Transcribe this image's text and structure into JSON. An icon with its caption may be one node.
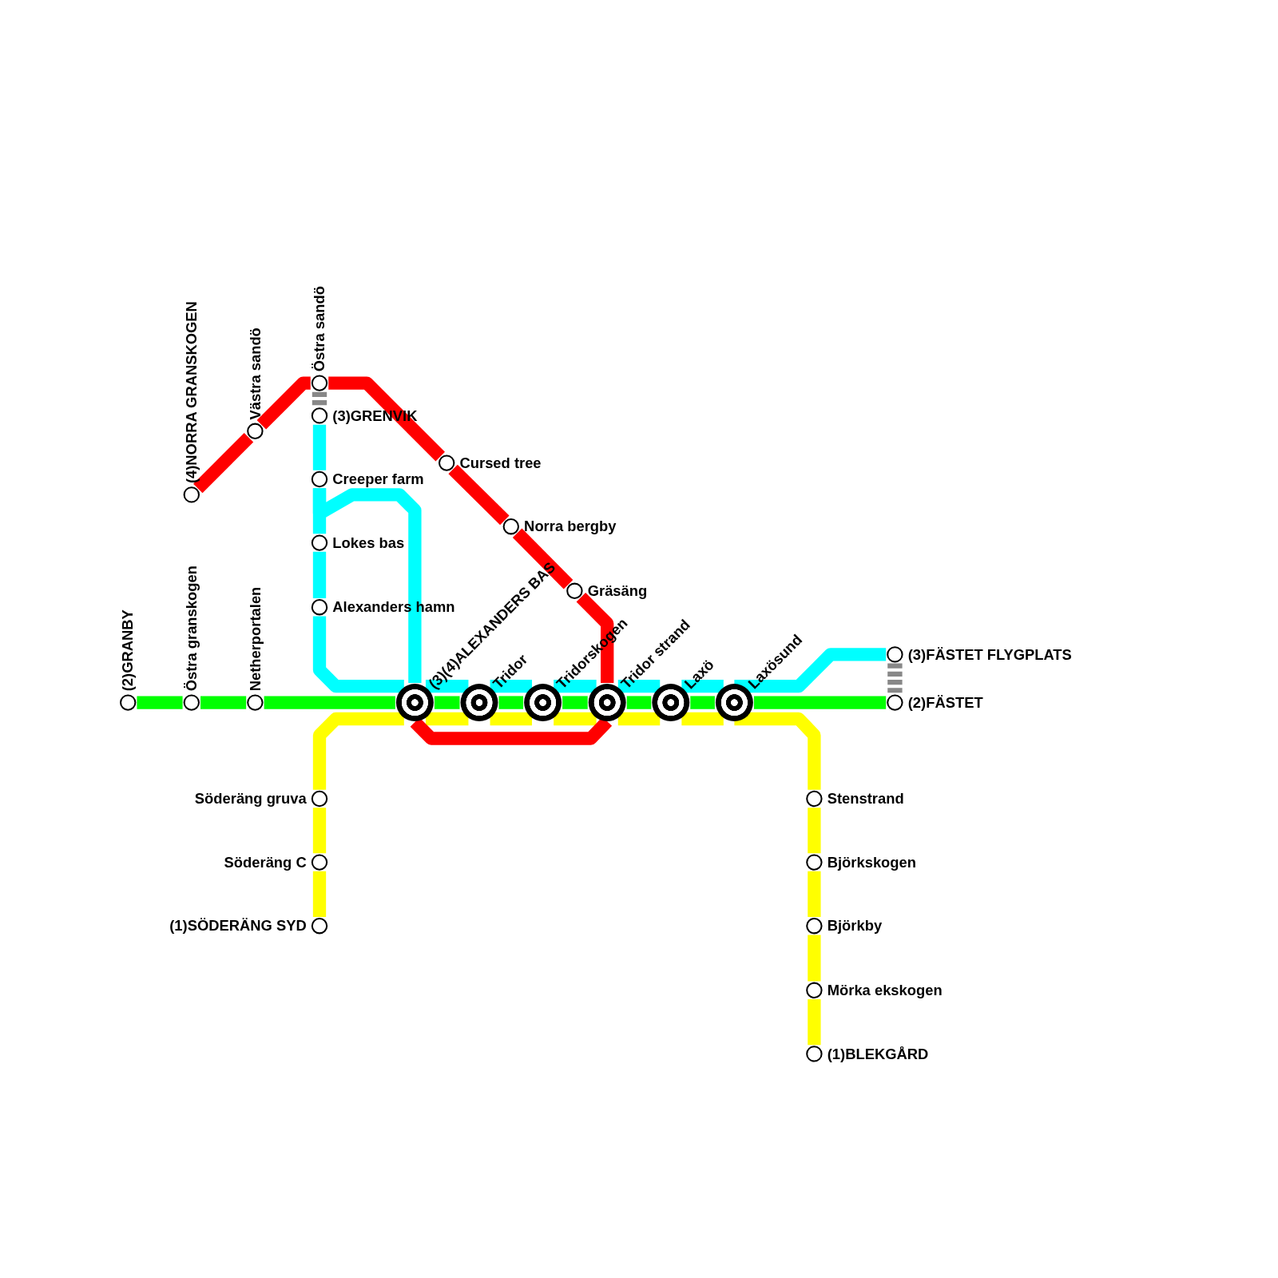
{
  "diagram": {
    "nodes": [
      {
        "text": [
          "(4)NORRA GRANSKOGEN"
        ]
      },
      {
        "text": [
          "Västra sandö"
        ]
      },
      {
        "text": [
          "Östra sandö"
        ]
      },
      {
        "text": [
          "(3)GRENVIK"
        ]
      },
      {
        "text": [
          "Cursed tree"
        ]
      },
      {
        "text": [
          "Creeper farm"
        ]
      },
      {
        "text": [
          "Norra bergby"
        ]
      },
      {
        "text": [
          "Lokes bas"
        ]
      },
      {
        "text": [
          "Gräsäng"
        ]
      },
      {
        "text": [
          "Alexanders hamn"
        ]
      },
      {
        "text": [
          "(3)FÄSTET FLYGPLATS"
        ]
      },
      {
        "text": [
          "(2)GRANBY"
        ]
      },
      {
        "text": [
          "Östra granskogen"
        ]
      },
      {
        "text": [
          "Netherportalen"
        ]
      },
      {
        "text": [
          "(3)(4)ALEXANDERS BAS"
        ]
      },
      {
        "text": [
          "Tridor"
        ]
      },
      {
        "text": [
          "Tridorskogen"
        ]
      },
      {
        "text": [
          "Tridor strand"
        ]
      },
      {
        "text": [
          "Laxö"
        ]
      },
      {
        "text": [
          "Laxösund"
        ]
      },
      {
        "text": [
          "(2)FÄSTET"
        ]
      },
      {
        "text": [
          "Söderäng gruva"
        ]
      },
      {
        "text": [
          "Stenstrand"
        ]
      },
      {
        "text": [
          "Söderäng C"
        ]
      },
      {
        "text": [
          "Björkskogen"
        ]
      },
      {
        "text": [
          "(1)SÖDERÄNG SYD"
        ]
      },
      {
        "text": [
          "Björkby"
        ]
      },
      {
        "text": [
          "Mörka ekskogen"
        ]
      },
      {
        "text": [
          "(1)BLEKGÅRD"
        ]
      }
    ],
    "edges": [
      {
        "from": 11,
        "to": 12,
        "arrow": "none",
        "color": "#00ff00"
      },
      {
        "from": 12,
        "to": 13,
        "arrow": "none",
        "color": "#00ff00"
      },
      {
        "from": 13,
        "to": 14,
        "arrow": "none",
        "color": "#00ff00"
      },
      {
        "from": 14,
        "to": 15,
        "arrow": "none",
        "color": "#00ff00"
      },
      {
        "from": 15,
        "to": 16,
        "arrow": "none",
        "color": "#00ff00"
      },
      {
        "from": 16,
        "to": 17,
        "arrow": "none",
        "color": "#00ff00"
      },
      {
        "from": 17,
        "to": 18,
        "arrow": "none",
        "color": "#00ff00"
      },
      {
        "from": 18,
        "to": 19,
        "arrow": "none",
        "color": "#00ff00"
      },
      {
        "from": 19,
        "to": 20,
        "arrow": "none",
        "color": "#00ff00"
      },
      {
        "from": 3,
        "to": 5,
        "arrow": "none",
        "color": "#00ffff"
      },
      {
        "from": 5,
        "to": 7,
        "arrow": "none",
        "color": "#00ffff"
      },
      {
        "from": 5,
        "to": 14,
        "arrow": "none",
        "color": "#00ffff"
      },
      {
        "from": 7,
        "to": 9,
        "arrow": "none",
        "color": "#00ffff"
      },
      {
        "from": 9,
        "to": 14,
        "arrow": "none",
        "color": "#00ffff"
      },
      {
        "from": 14,
        "to": 15,
        "arrow": "none",
        "color": "#00ffff"
      },
      {
        "from": 15,
        "to": 16,
        "arrow": "none",
        "color": "#00ffff"
      },
      {
        "from": 16,
        "to": 17,
        "arrow": "none",
        "color": "#00ffff"
      },
      {
        "from": 17,
        "to": 18,
        "arrow": "none",
        "color": "#00ffff"
      },
      {
        "from": 18,
        "to": 19,
        "arrow": "none",
        "color": "#00ffff"
      },
      {
        "from": 19,
        "to": 10,
        "arrow": "none",
        "color": "#00ffff"
      },
      {
        "from": 25,
        "to": 23,
        "arrow": "none",
        "color": "#ffff00"
      },
      {
        "from": 23,
        "to": 21,
        "arrow": "none",
        "color": "#ffff00"
      },
      {
        "from": 21,
        "to": 14,
        "arrow": "none",
        "color": "#ffff00"
      },
      {
        "from": 14,
        "to": 15,
        "arrow": "none",
        "color": "#ffff00"
      },
      {
        "from": 15,
        "to": 16,
        "arrow": "none",
        "color": "#ffff00"
      },
      {
        "from": 16,
        "to": 17,
        "arrow": "none",
        "color": "#ffff00"
      },
      {
        "from": 17,
        "to": 18,
        "arrow": "none",
        "color": "#ffff00"
      },
      {
        "from": 18,
        "to": 19,
        "arrow": "none",
        "color": "#ffff00"
      },
      {
        "from": 19,
        "to": 22,
        "arrow": "none",
        "color": "#ffff00"
      },
      {
        "from": 22,
        "to": 24,
        "arrow": "none",
        "color": "#ffff00"
      },
      {
        "from": 24,
        "to": 26,
        "arrow": "none",
        "color": "#ffff00"
      },
      {
        "from": 26,
        "to": 27,
        "arrow": "none",
        "color": "#ffff00"
      },
      {
        "from": 27,
        "to": 28,
        "arrow": "none",
        "color": "#ffff00"
      },
      {
        "from": 0,
        "to": 1,
        "arrow": "none",
        "color": "#ff0000"
      },
      {
        "from": 1,
        "to": 2,
        "arrow": "none",
        "color": "#ff0000"
      },
      {
        "from": 2,
        "to": 4,
        "arrow": "none",
        "color": "#ff0000"
      },
      {
        "from": 4,
        "to": 6,
        "arrow": "none",
        "color": "#ff0000"
      },
      {
        "from": 6,
        "to": 8,
        "arrow": "none",
        "color": "#ff0000"
      },
      {
        "from": 8,
        "to": 17,
        "arrow": "none",
        "color": "#ff0000"
      },
      {
        "from": 17,
        "to": 14,
        "arrow": "none",
        "color": "#ff0000"
      },
      {
        "from": 2,
        "to": 3,
        "arrow": "none",
        "style": "dashed",
        "color": "#888888"
      },
      {
        "from": 10,
        "to": 20,
        "arrow": "none",
        "style": "dashed",
        "color": "#888888"
      }
    ]
  }
}
